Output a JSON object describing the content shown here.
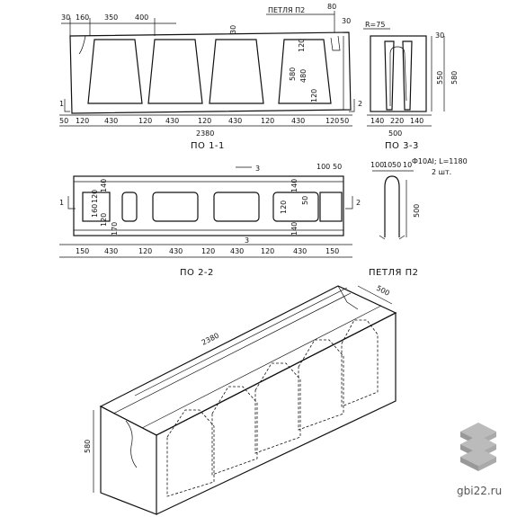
{
  "section_1_1": {
    "caption": "ПО 1-1",
    "loop_label": "ПЕТЛЯ П2",
    "top_dims": [
      "30",
      "160",
      "350",
      "400"
    ],
    "bottom_dims": [
      "50",
      "120",
      "430",
      "120",
      "430",
      "120",
      "430",
      "120",
      "430",
      "120",
      "50"
    ],
    "total": "2380",
    "right_dims": [
      "80",
      "30",
      "120",
      "580",
      "480",
      "120"
    ],
    "side_marks": [
      "1",
      "2"
    ]
  },
  "section_3_3": {
    "caption": "ПО 3-3",
    "radius": "R=75",
    "dims": [
      "30",
      "550",
      "580",
      "140",
      "220",
      "140",
      "500"
    ]
  },
  "section_2_2": {
    "caption": "ПО 2-2",
    "bottom_dims": [
      "150",
      "430",
      "120",
      "430",
      "120",
      "430",
      "120",
      "430",
      "150"
    ],
    "left_dims": [
      "140",
      "120",
      "160",
      "120",
      "170"
    ],
    "right_dims": [
      "100",
      "50",
      "140",
      "120",
      "50",
      "140"
    ],
    "marks": [
      "3",
      "3",
      "1",
      "2"
    ]
  },
  "loop_p2": {
    "caption": "ПЕТЛЯ П2",
    "spec": "Ф10АI; L=1180",
    "qty": "2 шт.",
    "dims": [
      "100",
      "10",
      "50",
      "10",
      "500"
    ]
  },
  "iso_view": {
    "length": "2380",
    "width": "500",
    "height": "580"
  },
  "watermark": {
    "text": "gbi22.ru"
  }
}
